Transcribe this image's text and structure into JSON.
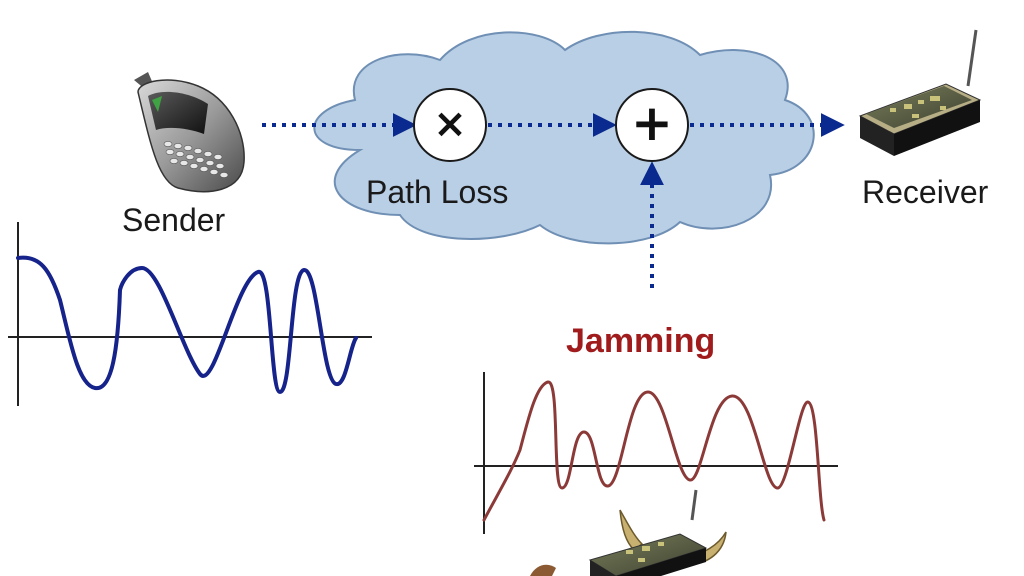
{
  "labels": {
    "sender": "Sender",
    "receiver": "Receiver",
    "path_loss": "Path Loss",
    "jamming": "Jamming"
  },
  "operators": {
    "multiply": "×",
    "add": "+"
  },
  "colors": {
    "arrow": "#0b2a8f",
    "cloud_fill": "#b9cfe6",
    "cloud_stroke": "#6f8fb4",
    "signal_wave": "#15238a",
    "jamming_wave": "#8b3a38",
    "jamming_text": "#a01c1c",
    "axis": "#222222"
  },
  "icons": {
    "sender": "mobile-phone-icon",
    "receiver": "receiver-board-icon",
    "jammer": "jammer-device-icon"
  }
}
